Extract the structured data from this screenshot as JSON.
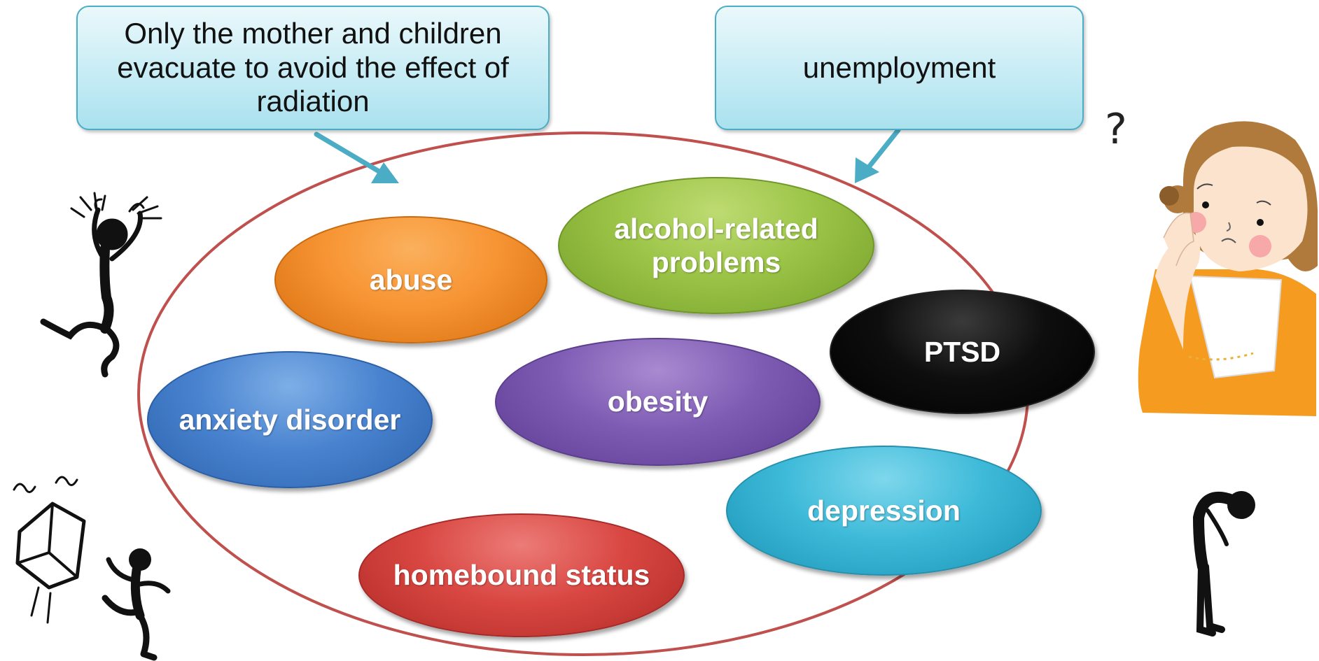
{
  "callouts": {
    "left": "Only the mother and children evacuate to avoid the effect of radiation",
    "right": "unemployment"
  },
  "issues": {
    "abuse": "abuse",
    "alcohol": "alcohol-related problems",
    "ptsd": "PTSD",
    "anxiety": "anxiety disorder",
    "obesity": "obesity",
    "depression": "depression",
    "homebound": "homebound status"
  },
  "decorations": {
    "question_mark": "?",
    "icons": [
      "angry-stick-figure-icon",
      "kicking-box-figure-icon",
      "slumped-figure-icon",
      "worried-woman-icon"
    ]
  },
  "colors": {
    "callout_border": "#4bacc6",
    "callout_fill": "#c4ebf4",
    "ring": "#c0504d",
    "arrow": "#4bacc6",
    "abuse": "#f79433",
    "alcohol": "#9bc447",
    "ptsd": "#000000",
    "anxiety": "#4a84d0",
    "obesity": "#7e5cb4",
    "depression": "#3ebad9",
    "homebound": "#d94742"
  }
}
